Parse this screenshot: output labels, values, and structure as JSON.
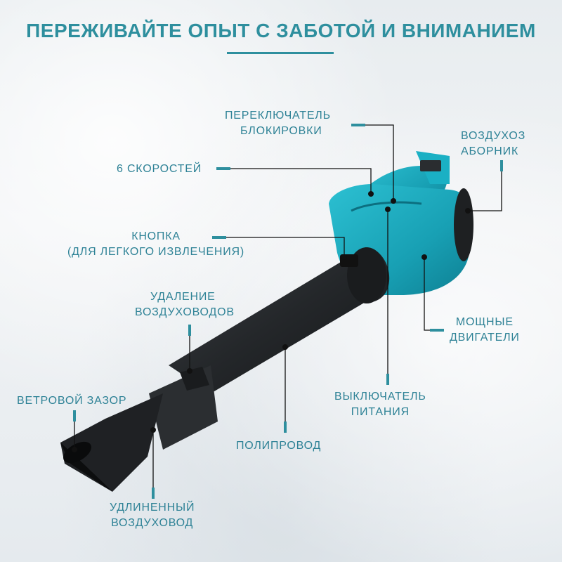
{
  "title": "ПЕРЕЖИВАЙТЕ ОПЫТ С ЗАБОТОЙ И ВНИМАНИЕМ",
  "colors": {
    "accent": "#2e8f9e",
    "tool_body": "#1aa4b8",
    "tube": "#2a2d30",
    "leader": "#111111"
  },
  "labels": {
    "lock_switch": [
      "ПЕРЕКЛЮЧАТЕЛЬ",
      "БЛОКИРОВКИ"
    ],
    "air_intake": [
      "ВОЗДУХОЗ",
      "АБОРНИК"
    ],
    "speeds": [
      "6 СКОРОСТЕЙ"
    ],
    "button": [
      "КНОПКА",
      "(ДЛЯ ЛЕГКОГО ИЗВЛЕЧЕНИЯ)"
    ],
    "duct_removal": [
      "УДАЛЕНИЕ",
      "ВОЗДУХОВОДОВ"
    ],
    "motors": [
      "МОЩНЫЕ",
      "ДВИГАТЕЛИ"
    ],
    "wind_gap": [
      "ВЕТРОВОЙ ЗАЗОР"
    ],
    "power_switch": [
      "ВЫКЛЮЧАТЕЛЬ",
      "ПИТАНИЯ"
    ],
    "pipe": [
      "ПОЛИПРОВОД"
    ],
    "extended_duct": [
      "УДЛИНЕННЫЙ",
      "ВОЗДУХОВОД"
    ]
  }
}
